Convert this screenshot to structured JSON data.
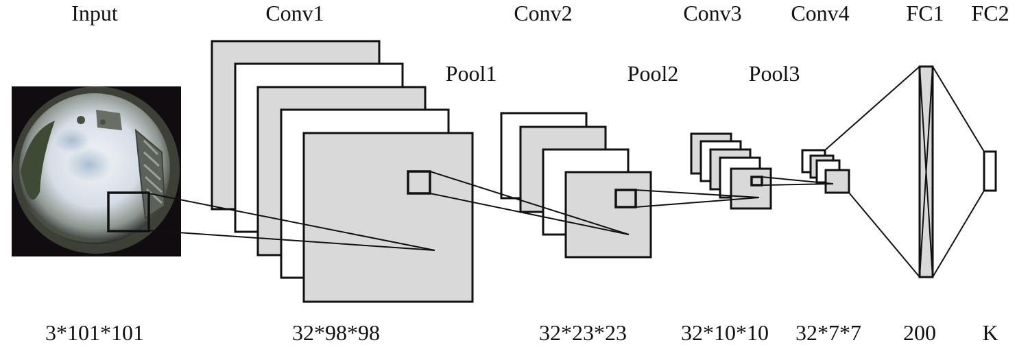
{
  "layers": {
    "input": {
      "name": "Input",
      "shape": "3*101*101"
    },
    "conv1": {
      "name": "Conv1",
      "shape": "32*98*98"
    },
    "pool1": {
      "name": "Pool1"
    },
    "conv2": {
      "name": "Conv2",
      "shape": "32*23*23"
    },
    "pool2": {
      "name": "Pool2"
    },
    "conv3": {
      "name": "Conv3",
      "shape": "32*10*10"
    },
    "pool3": {
      "name": "Pool3"
    },
    "conv4": {
      "name": "Conv4",
      "shape": "32*7*7"
    },
    "fc1": {
      "name": "FC1",
      "shape": "200"
    },
    "fc2": {
      "name": "FC2",
      "shape": "K"
    }
  },
  "input_image": {
    "description_icon": "fisheye-sky-image"
  },
  "colors": {
    "map_fill": "#d9d9d9",
    "map_alt_fill": "#ffffff",
    "stroke": "#111111"
  }
}
